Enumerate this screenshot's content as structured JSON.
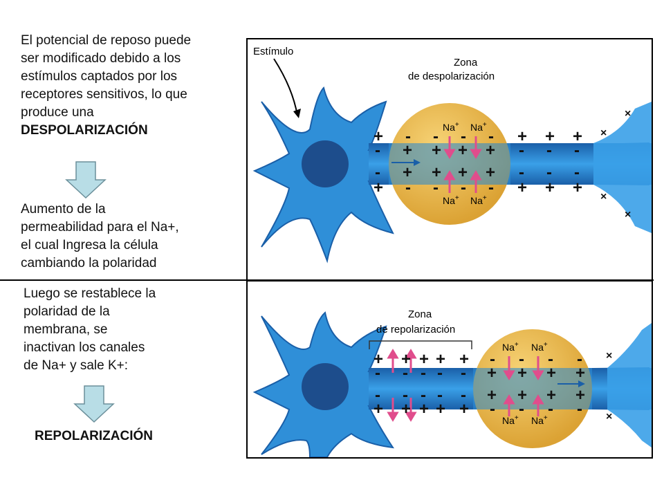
{
  "left_text": {
    "p1_lines": [
      "El potencial de reposo puede",
      "ser modificado debido a los",
      "estímulos captados por los",
      "receptores sensitivos, lo que",
      "produce una"
    ],
    "p1_bold": "DESPOLARIZACIÓN",
    "p2_lines": [
      "Aumento de la",
      "permeabilidad para el Na+,",
      "el cual Ingresa la célula",
      "cambiando la polaridad"
    ],
    "p3_lines": [
      "Luego se restablece la",
      "polaridad de la",
      "membrana, se",
      "inactivan los canales",
      "de Na+ y sale K+:"
    ],
    "p3_bold": "REPOLARIZACIÓN"
  },
  "figure_top": {
    "stimulus_label": "Estímulo",
    "zone_label_1": "Zona",
    "zone_label_2": "de despolarización",
    "ion_label": "Na",
    "ion_charge": "+"
  },
  "figure_bottom": {
    "zone_label_1": "Zona",
    "zone_label_2": "de repolarización",
    "ion_label": "Na",
    "ion_charge": "+"
  },
  "colors": {
    "axon": "#2f8fd8",
    "axon_dark": "#1a5fa8",
    "nucleus": "#1d4d8c",
    "zone": "#e8b23a",
    "arrow_pink": "#e04d8c",
    "arrow_box": "#b8dde6",
    "sign": "#111111"
  }
}
